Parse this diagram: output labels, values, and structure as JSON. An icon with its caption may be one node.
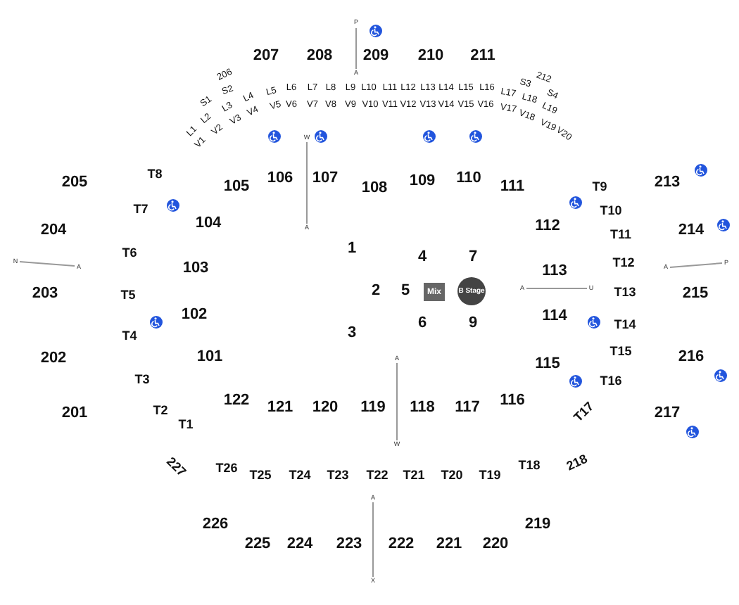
{
  "diagram": {
    "nodes": [
      {
        "text": [
          "Mix"
        ]
      },
      {
        "text": [
          "B Stage"
        ]
      }
    ],
    "labels": [
      "207",
      "208",
      "209",
      "210",
      "211",
      "206",
      "S1",
      "S2",
      "L1",
      "L2",
      "L3",
      "L4",
      "L5",
      "L6",
      "L7",
      "L8",
      "L9",
      "L10",
      "L11",
      "L12",
      "L13",
      "L14",
      "L15",
      "L16",
      "L17",
      "L18",
      "L19",
      "S3",
      "212",
      "S4",
      "V1",
      "V2",
      "V3",
      "V4",
      "V5",
      "V6",
      "V7",
      "V8",
      "V9",
      "V10",
      "V11",
      "V12",
      "V13",
      "V14",
      "V15",
      "V16",
      "V17",
      "V18",
      "V19",
      "V20",
      "205",
      "T8",
      "105",
      "106",
      "107",
      "108",
      "109",
      "110",
      "111",
      "T9",
      "213",
      "T7",
      "104",
      "T10",
      "112",
      "T11",
      "204",
      "214",
      "T6",
      "103",
      "1",
      "4",
      "7",
      "T12",
      "113",
      "203",
      "T5",
      "2",
      "5",
      "T13",
      "215",
      "102",
      "3",
      "6",
      "9",
      "114",
      "T14",
      "T4",
      "202",
      "101",
      "T15",
      "115",
      "216",
      "T3",
      "T16",
      "201",
      "T2",
      "T1",
      "122",
      "121",
      "120",
      "119",
      "118",
      "117",
      "116",
      "T17",
      "217",
      "227",
      "T26",
      "T25",
      "T24",
      "T23",
      "T22",
      "T21",
      "T20",
      "T19",
      "T18",
      "218",
      "226",
      "219",
      "225",
      "224",
      "223",
      "222",
      "221",
      "220",
      "P",
      "A",
      "W",
      "A",
      "N",
      "A",
      "A",
      "U",
      "A",
      "P",
      "A",
      "W",
      "A",
      "X"
    ]
  }
}
